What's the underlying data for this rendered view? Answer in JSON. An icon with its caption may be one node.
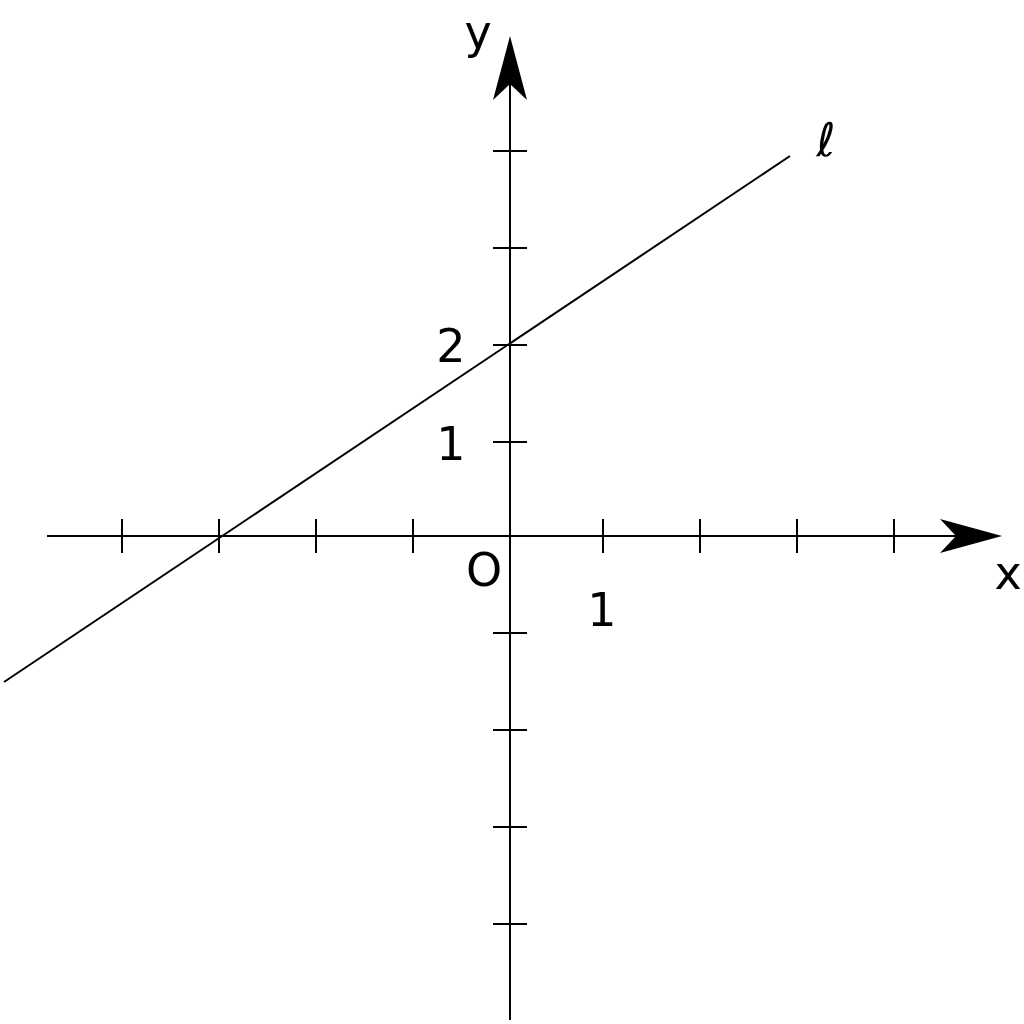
{
  "diagram": {
    "labels": [
      "y",
      "ℓ",
      "2",
      "1",
      "O",
      "1",
      "x"
    ]
  }
}
